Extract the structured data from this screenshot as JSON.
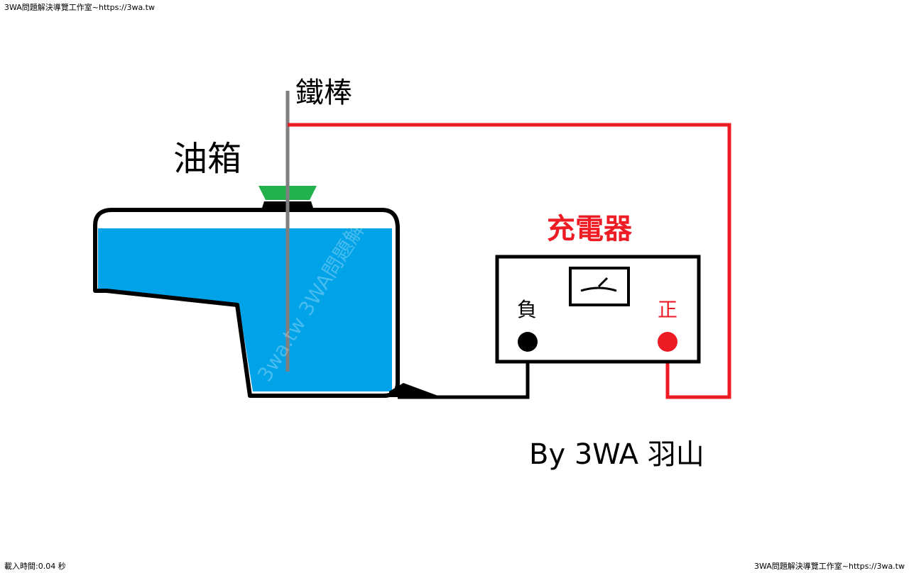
{
  "header": {
    "watermark_text": "3WA問題解決導覽工作室~https://3wa.tw"
  },
  "footer": {
    "load_time": "載入時間:0.04 秒",
    "watermark_text": "3WA問題解決導覽工作室~https://3wa.tw"
  },
  "diagram": {
    "iron_rod_label": "鐵棒",
    "fuel_tank_label": "油箱",
    "charger_label": "充電器",
    "negative_label": "負",
    "positive_label": "正",
    "credit": "By 3WA 羽山",
    "overlay_watermark": "3wa.tw 3WA問題解",
    "colors": {
      "tank_fill": "#00a2e8",
      "cap": "#22b14c",
      "rod": "#7f7f7f",
      "positive_wire": "#ed1c24",
      "negative_wire": "#000000",
      "charger_label": "#ed1c24",
      "positive_label": "#ed1c24"
    }
  }
}
